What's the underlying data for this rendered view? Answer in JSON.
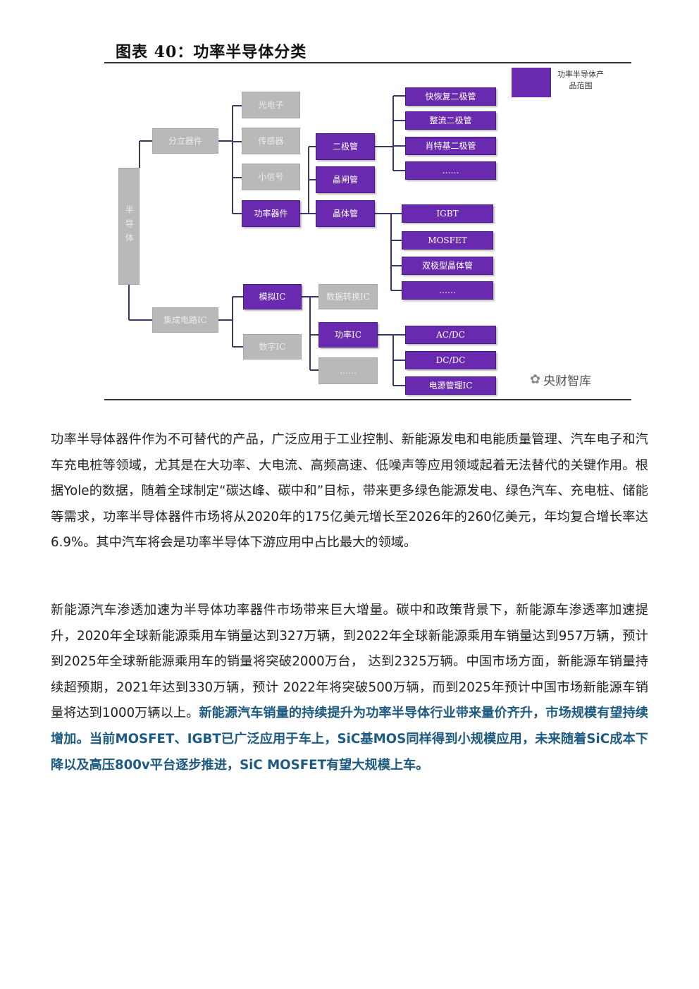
{
  "figure": {
    "title": "图表 40：功率半导体分类",
    "legend": "功率半导体产品范围",
    "watermark": "央财智库"
  },
  "diagram": {
    "root": "半导体",
    "level1": [
      "分立器件",
      "集成电路IC"
    ],
    "discrete": [
      "光电子",
      "传感器",
      "小信号",
      "功率器件"
    ],
    "power_devices": [
      "二极管",
      "晶闸管",
      "晶体管"
    ],
    "diodes": [
      "快恢复二极管",
      "整流二极管",
      "肖特基二极管",
      "……"
    ],
    "transistors": [
      "IGBT",
      "MOSFET",
      "双极型晶体管",
      "……"
    ],
    "ic": [
      "模拟IC",
      "数字IC"
    ],
    "analog": [
      "数据转换IC",
      "功率IC",
      "……"
    ],
    "power_ic": [
      "AC/DC",
      "DC/DC",
      "电源管理IC"
    ]
  },
  "paragraphs": {
    "p1": "功率半导体器件作为不可替代的产品，广泛应用于工业控制、新能源发电和电能质量管理、汽车电子和汽车充电桩等领域，尤其是在大功率、大电流、高频高速、低噪声等应用领域起着无法替代的关键作用。根据Yole的数据，随着全球制定“碳达峰、碳中和”目标，带来更多绿色能源发电、绿色汽车、充电桩、储能等需求，功率半导体器件市场将从2020年的175亿美元增长至2026年的260亿美元，年均复合增长率达6.9%。其中汽车将会是功率半导体下游应用中占比最大的领域。",
    "p2_plain": "新能源汽车渗透加速为半导体功率器件市场带来巨大增量。碳中和政策背景下，新能源车渗透率加速提升，2020年全球新能源乘用车销量达到327万辆，到2022年全球新能源乘用车销量达到957万辆，预计到2025年全球新能源乘用车的销量将突破2000万台， 达到2325万辆。中国市场方面，新能源车销量持续超预期，2021年达到330万辆，预计 2022年将突破500万辆，而到2025年预计中国市场新能源车销量将达到1000万辆以上。",
    "p2_highlight": "新能源汽车销量的持续提升为功率半导体行业带来量价齐升，市场规模有望持续增加。当前MOSFET、IGBT已广泛应用于车上，SiC基MOS同样得到小规模应用，未来随着SiC成本下降以及高压800v平台逐步推进，SiC MOSFET有望大规模上车。"
  }
}
